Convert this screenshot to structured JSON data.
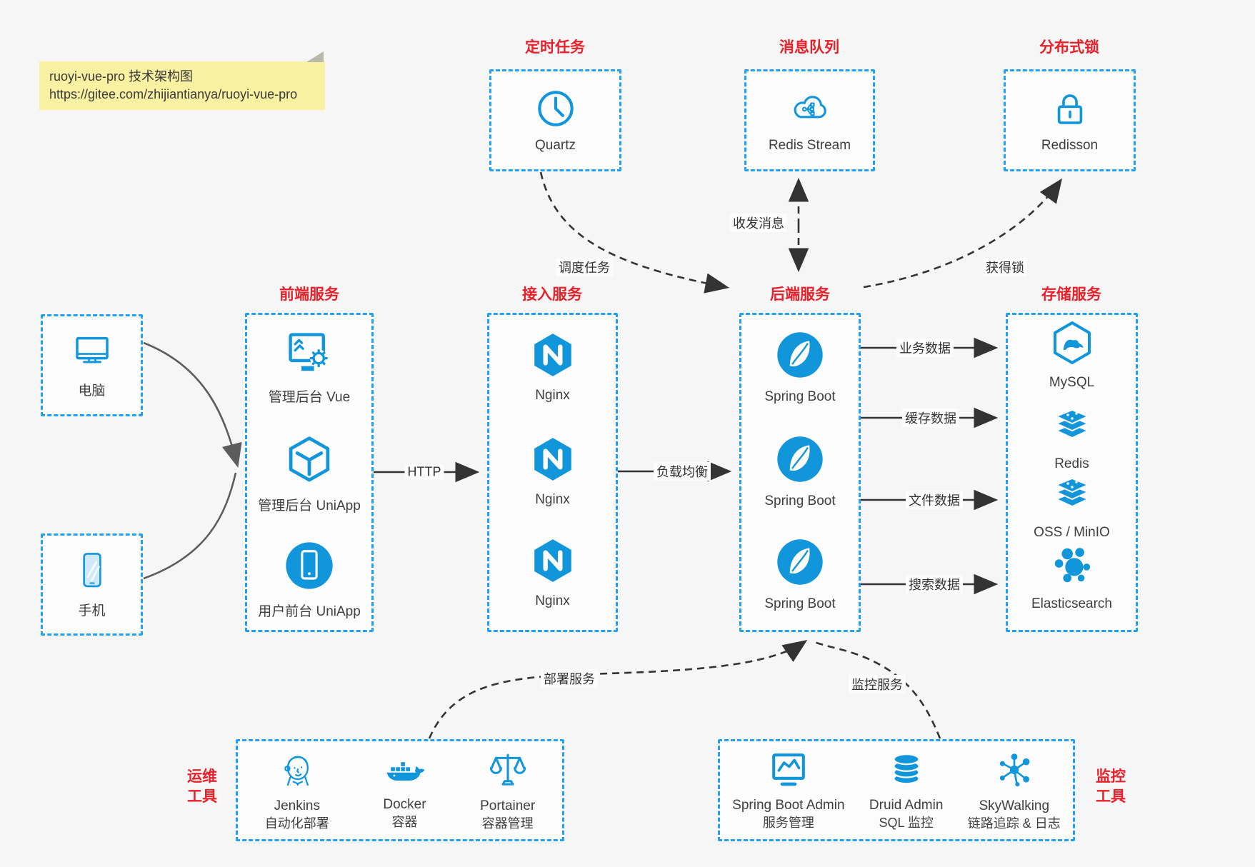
{
  "note": {
    "line1": "ruoyi-vue-pro 技术架构图",
    "line2": "https://gitee.com/zhijiantianya/ruoyi-vue-pro"
  },
  "top": {
    "scheduler": {
      "title": "定时任务",
      "item": "Quartz"
    },
    "mq": {
      "title": "消息队列",
      "item": "Redis Stream"
    },
    "lock": {
      "title": "分布式锁",
      "item": "Redisson"
    }
  },
  "clients": {
    "pc": "电脑",
    "mobile": "手机"
  },
  "frontend": {
    "title": "前端服务",
    "items": [
      {
        "label": "管理后台 Vue"
      },
      {
        "label": "管理后台 UniApp"
      },
      {
        "label": "用户前台 UniApp"
      }
    ]
  },
  "access": {
    "title": "接入服务",
    "items": [
      {
        "label": "Nginx"
      },
      {
        "label": "Nginx"
      },
      {
        "label": "Nginx"
      }
    ]
  },
  "backend": {
    "title": "后端服务",
    "items": [
      {
        "label": "Spring Boot"
      },
      {
        "label": "Spring Boot"
      },
      {
        "label": "Spring Boot"
      }
    ]
  },
  "storage": {
    "title": "存储服务",
    "items": [
      {
        "label": "MySQL"
      },
      {
        "label": "Redis"
      },
      {
        "label": "OSS / MinIO"
      },
      {
        "label": "Elasticsearch"
      }
    ]
  },
  "edges": {
    "http": "HTTP",
    "load_balance": "负载均衡",
    "biz_data": "业务数据",
    "cache_data": "缓存数据",
    "file_data": "文件数据",
    "search_data": "搜索数据",
    "schedule": "调度任务",
    "message": "收发消息",
    "acquire_lock": "获得锁",
    "deploy": "部署服务",
    "monitor": "监控服务"
  },
  "ops": {
    "side_line1": "运维",
    "side_line2": "工具",
    "items": [
      {
        "name": "Jenkins",
        "desc": "自动化部署"
      },
      {
        "name": "Docker",
        "desc": "容器"
      },
      {
        "name": "Portainer",
        "desc": "容器管理"
      }
    ]
  },
  "monitoring": {
    "side_line1": "监控",
    "side_line2": "工具",
    "items": [
      {
        "name": "Spring Boot Admin",
        "desc": "服务管理"
      },
      {
        "name": "Druid Admin",
        "desc": "SQL 监控"
      },
      {
        "name": "SkyWalking",
        "desc": "链路追踪 & 日志"
      }
    ]
  },
  "colors": {
    "icon_blue": "#1296db",
    "border_blue": "#22a0f5",
    "title_red": "#e8202a",
    "arrow_dark": "#333333",
    "note_bg": "#f8f1a2",
    "background": "#f6f6f6"
  }
}
